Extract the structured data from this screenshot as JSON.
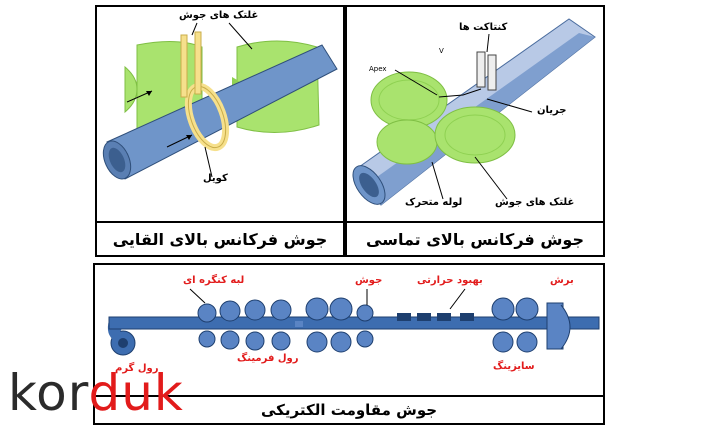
{
  "brand": {
    "prefix": "kor",
    "accent": "duk",
    "accent_color": "#e21b1b"
  },
  "colors": {
    "roll": "#a9e36e",
    "pipe": "#6f95c9",
    "coil": "#f6e08c",
    "tube": "#3d6db0",
    "label_red": "#e21b1b"
  },
  "panel_induction": {
    "caption": "جوش فرکانس بالای القایی",
    "label_rolls": "غلتک های جوش",
    "label_coil": "کویل"
  },
  "panel_contact": {
    "caption": "جوش فرکانس بالای تماسی",
    "label_contacts": "کنتاکت ها",
    "label_v": "V",
    "label_apex": "Apex",
    "label_current": "جریان",
    "label_moving_pipe": "لوله متحرک",
    "label_rolls": "غلتک های جوش"
  },
  "panel_erw": {
    "caption": "جوش مقاومت الکتریکی",
    "label_edge": "لبه کنگره ای",
    "label_weld": "جوش",
    "label_heat": "بهبود حرارتی",
    "label_cut": "برش",
    "label_hot_roll": "رول گرم",
    "label_forming": "رول فرمینگ",
    "label_sizing": "سایزینگ"
  }
}
